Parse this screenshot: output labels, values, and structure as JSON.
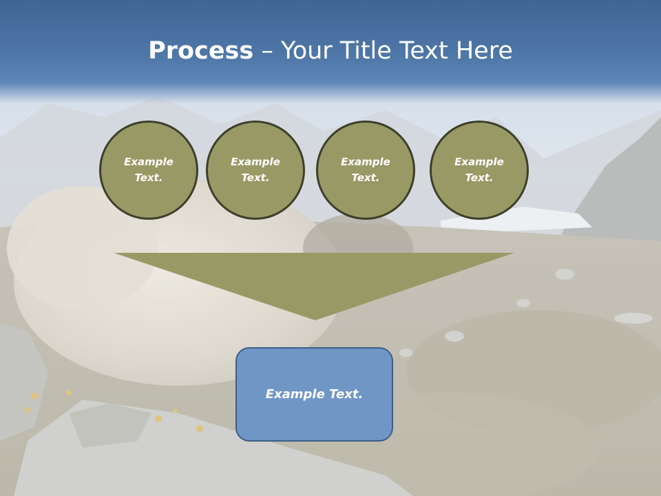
{
  "title": {
    "bold": "Process",
    "rest": " – Your Title Text Here"
  },
  "process_steps": [
    {
      "label": "Example Text."
    },
    {
      "label": "Example Text."
    },
    {
      "label": "Example Text."
    },
    {
      "label": "Example Text."
    }
  ],
  "result": {
    "label": "Example Text."
  },
  "colors": {
    "title_band": "#4f77a8",
    "circle_fill": "#999966",
    "circle_border": "#3c3f2a",
    "arrow_fill": "#999966",
    "result_fill": "#7096c6",
    "result_border": "#3d5c86",
    "text": "#ffffff"
  }
}
